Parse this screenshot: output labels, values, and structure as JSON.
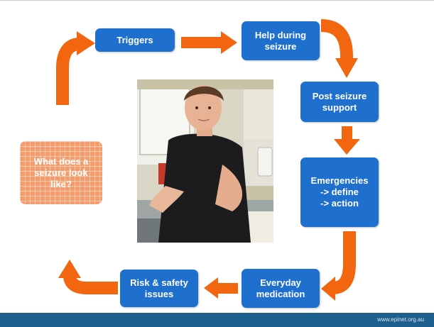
{
  "diagram": {
    "boxes": {
      "triggers": "Triggers",
      "help_during_seizure": "Help during\nseizure",
      "post_seizure_support": "Post seizure\nsupport",
      "emergencies": "Emergencies\n-> define\n-> action",
      "everyday_medication": "Everyday\nmedication",
      "risk_safety_issues": "Risk & safety\nissues",
      "what_does_seizure_look_like": "What does a\nseizure look\nlike?"
    },
    "colors": {
      "box_blue": "#1f6fcf",
      "arrow_orange": "#f2660f",
      "highlight_box": "#f59a6a",
      "footer": "#1d5f8d"
    }
  },
  "footer": {
    "url": "www.epinet.org.au"
  }
}
